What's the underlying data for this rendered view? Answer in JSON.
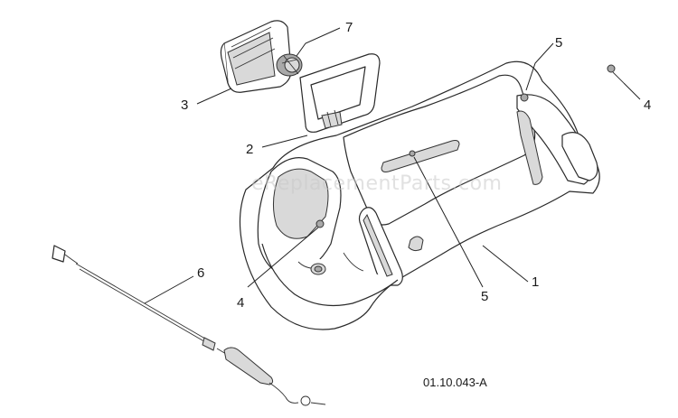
{
  "watermark": "eReplacementParts.com",
  "diagram_code": "01.10.043-A",
  "callouts": {
    "part_1": "1",
    "part_2": "2",
    "part_3": "3",
    "part_4_left": "4",
    "part_4_right": "4",
    "part_5_top": "5",
    "part_5_bottom": "5",
    "part_6": "6",
    "part_7": "7"
  },
  "colors": {
    "line": "#2a2a2a",
    "shade": "#d9d9d9",
    "watermark": "#c8c8c8"
  }
}
